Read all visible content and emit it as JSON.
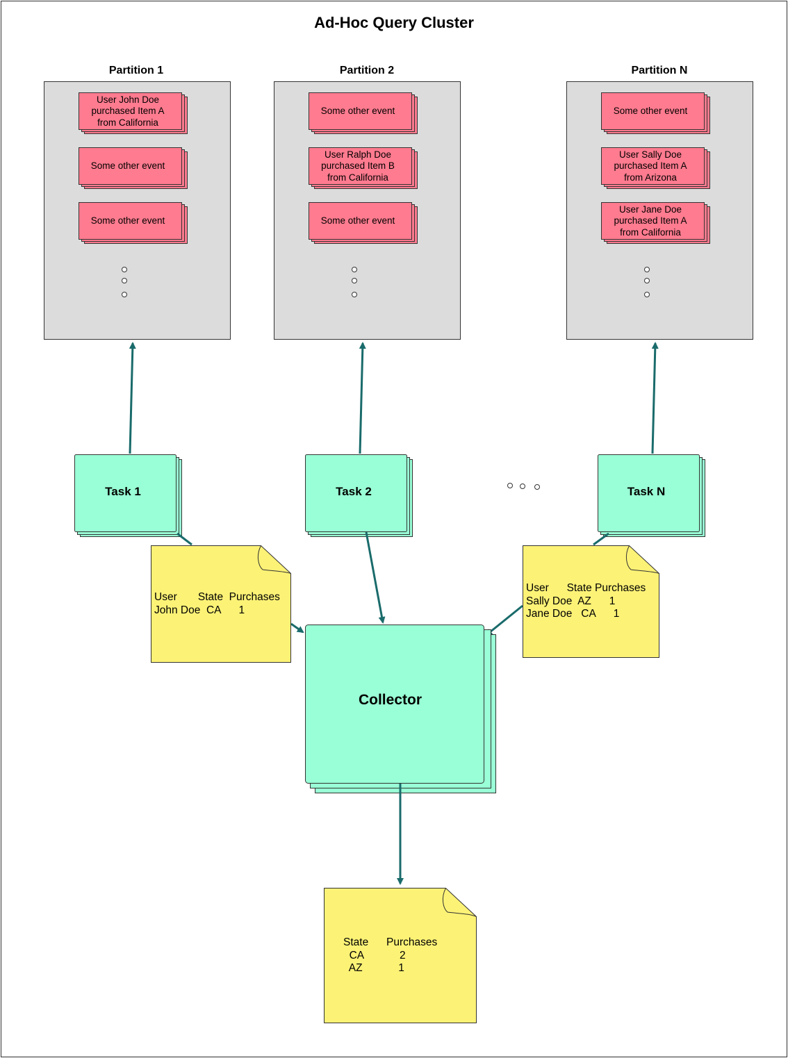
{
  "title": "Ad-Hoc Query Cluster",
  "partitions": [
    {
      "name": "Partition 1",
      "events": [
        "User John Doe\npurchased Item A\nfrom California",
        "Some other event",
        "Some other event"
      ]
    },
    {
      "name": "Partition 2",
      "events": [
        "Some other event",
        "User Ralph Doe\npurchased Item B\nfrom California",
        "Some other event"
      ]
    },
    {
      "name": "Partition N",
      "events": [
        "Some other event",
        "User Sally Doe\npurchased Item A\nfrom Arizona",
        "User Jane Doe\npurchased Item A\nfrom California"
      ]
    }
  ],
  "tasks": [
    "Task 1",
    "Task 2",
    "Task N"
  ],
  "collector": "Collector",
  "notes": {
    "task1": "User       State  Purchases\nJohn Doe  CA      1",
    "taskN": "User      State Purchases\nSally Doe  AZ      1\nJane Doe   CA      1"
  },
  "result": "State      Purchases\n  CA            2\n  AZ            1",
  "colors": {
    "partition_fill": "#dcdcdc",
    "event_fill": "#ff7b8f",
    "task_fill": "#99ffd6",
    "note_fill": "#fcf276",
    "arrow": "#1a6b6b"
  }
}
